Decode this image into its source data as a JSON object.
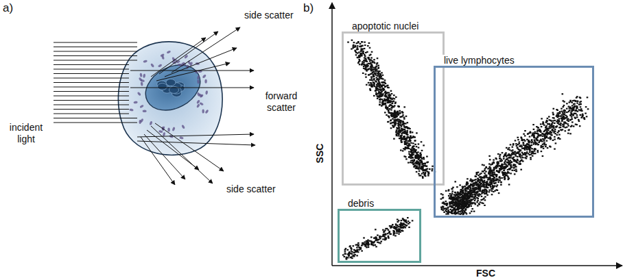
{
  "diagram": {
    "nodes": [
      {
        "text": [
          "apoptotic nuclei"
        ]
      },
      {
        "text": [
          "live lymphocytes"
        ]
      },
      {
        "text": [
          "debris"
        ]
      }
    ],
    "labels": [
      "a)",
      "b)",
      "incident light",
      "side scatter",
      "forward scatter",
      "side scatter",
      "SSC",
      "FSC"
    ]
  }
}
